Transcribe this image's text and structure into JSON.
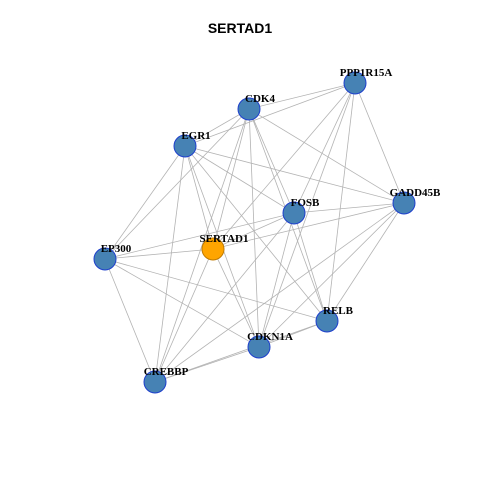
{
  "title": "SERTAD1",
  "colors": {
    "node_fill": "#4682B4",
    "node_stroke": "#1E3FCC",
    "focus_fill": "#FFA500",
    "focus_stroke": "#C07A00",
    "edge": "#B3B3B3"
  },
  "nodes": [
    {
      "id": "PPP1R15A",
      "label": "PPP1R15A",
      "focus": false
    },
    {
      "id": "CDK4",
      "label": "CDK4",
      "focus": false
    },
    {
      "id": "EGR1",
      "label": "EGR1",
      "focus": false
    },
    {
      "id": "GADD45B",
      "label": "GADD45B",
      "focus": false
    },
    {
      "id": "FOSB",
      "label": "FOSB",
      "focus": false
    },
    {
      "id": "SERTAD1",
      "label": "SERTAD1",
      "focus": true
    },
    {
      "id": "EP300",
      "label": "EP300",
      "focus": false
    },
    {
      "id": "RELB",
      "label": "RELB",
      "focus": false
    },
    {
      "id": "CDKN1A",
      "label": "CDKN1A",
      "focus": false
    },
    {
      "id": "CREBBP",
      "label": "CREBBP",
      "focus": false
    }
  ],
  "edges": [
    [
      "PPP1R15A",
      "CDK4"
    ],
    [
      "PPP1R15A",
      "EGR1"
    ],
    [
      "PPP1R15A",
      "GADD45B"
    ],
    [
      "PPP1R15A",
      "FOSB"
    ],
    [
      "PPP1R15A",
      "SERTAD1"
    ],
    [
      "PPP1R15A",
      "RELB"
    ],
    [
      "PPP1R15A",
      "CDKN1A"
    ],
    [
      "CDK4",
      "EGR1"
    ],
    [
      "CDK4",
      "GADD45B"
    ],
    [
      "CDK4",
      "FOSB"
    ],
    [
      "CDK4",
      "SERTAD1"
    ],
    [
      "CDK4",
      "EP300"
    ],
    [
      "CDK4",
      "RELB"
    ],
    [
      "CDK4",
      "CDKN1A"
    ],
    [
      "CDK4",
      "CREBBP"
    ],
    [
      "EGR1",
      "GADD45B"
    ],
    [
      "EGR1",
      "FOSB"
    ],
    [
      "EGR1",
      "SERTAD1"
    ],
    [
      "EGR1",
      "EP300"
    ],
    [
      "EGR1",
      "RELB"
    ],
    [
      "EGR1",
      "CDKN1A"
    ],
    [
      "EGR1",
      "CREBBP"
    ],
    [
      "GADD45B",
      "FOSB"
    ],
    [
      "GADD45B",
      "SERTAD1"
    ],
    [
      "GADD45B",
      "RELB"
    ],
    [
      "GADD45B",
      "CDKN1A"
    ],
    [
      "GADD45B",
      "CREBBP"
    ],
    [
      "FOSB",
      "SERTAD1"
    ],
    [
      "FOSB",
      "EP300"
    ],
    [
      "FOSB",
      "RELB"
    ],
    [
      "FOSB",
      "CDKN1A"
    ],
    [
      "FOSB",
      "CREBBP"
    ],
    [
      "SERTAD1",
      "EP300"
    ],
    [
      "SERTAD1",
      "CREBBP"
    ],
    [
      "SERTAD1",
      "CDKN1A"
    ],
    [
      "EP300",
      "RELB"
    ],
    [
      "EP300",
      "CDKN1A"
    ],
    [
      "EP300",
      "CREBBP"
    ],
    [
      "RELB",
      "CDKN1A"
    ],
    [
      "RELB",
      "CREBBP"
    ],
    [
      "CDKN1A",
      "CREBBP"
    ]
  ]
}
